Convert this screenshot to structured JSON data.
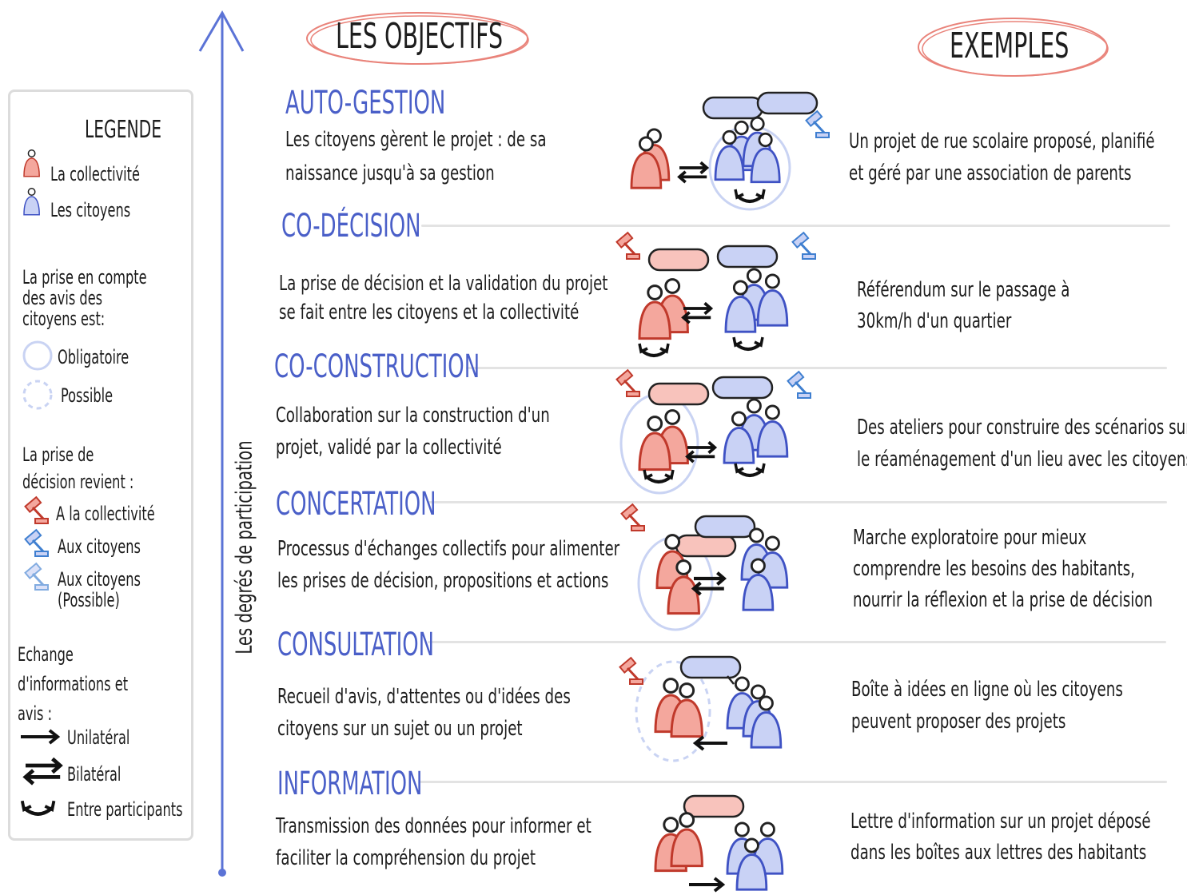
{
  "headers": {
    "objectives": "LES OBJECTIFS",
    "examples": "EXEMPLES"
  },
  "axis_label": "Les degrés de participation",
  "legend": {
    "title": "LEGENDE",
    "collectivite": "La collectivité",
    "citoyens": "Les citoyens",
    "prise_compte_l1": "La prise en compte",
    "prise_compte_l2": "des avis des",
    "prise_compte_l3": "citoyens est:",
    "obligatoire": "Obligatoire",
    "possible": "Possible",
    "decision_l1": "La prise de",
    "decision_l2": "décision revient :",
    "a_collectivite": "A la collectivité",
    "aux_citoyens": "Aux citoyens",
    "aux_citoyens_possible_l1": "Aux citoyens",
    "aux_citoyens_possible_l2": "(Possible)",
    "echange_l1": "Echange",
    "echange_l2": "d'informations et",
    "echange_l3": "avis :",
    "unilateral": "Unilatéral",
    "bilateral": "Bilatéral",
    "entre": "Entre participants"
  },
  "levels": [
    {
      "title": "AUTO-GESTION",
      "desc_l1": "Les citoyens gèrent le projet : de sa",
      "desc_l2": "naissance jusqu'à sa gestion",
      "ex_l1": "Un projet de rue scolaire proposé, planifié",
      "ex_l2": "et géré par une association de parents",
      "ex_l3": ""
    },
    {
      "title": "CO-DÉCISION",
      "desc_l1": "La prise de décision et la validation du projet",
      "desc_l2": "se fait entre les citoyens et la collectivité",
      "ex_l1": "Référendum sur le passage à",
      "ex_l2": "30km/h d'un quartier",
      "ex_l3": ""
    },
    {
      "title": "CO-CONSTRUCTION",
      "desc_l1": "Collaboration sur la construction d'un",
      "desc_l2": "projet, validé par la collectivité",
      "ex_l1": "Des ateliers pour construire des scénarios sur",
      "ex_l2": "le réaménagement d'un lieu avec les citoyens",
      "ex_l3": ""
    },
    {
      "title": "CONCERTATION",
      "desc_l1": "Processus d'échanges collectifs pour alimenter",
      "desc_l2": "les prises de décision, propositions et actions",
      "ex_l1": "Marche exploratoire pour mieux",
      "ex_l2": "comprendre les besoins des habitants,",
      "ex_l3": "nourrir la réflexion et la prise de décision"
    },
    {
      "title": "CONSULTATION",
      "desc_l1": "Recueil d'avis, d'attentes ou d'idées des",
      "desc_l2": "citoyens sur un sujet ou un projet",
      "ex_l1": "Boîte à idées en ligne où les citoyens",
      "ex_l2": "peuvent proposer des projets",
      "ex_l3": ""
    },
    {
      "title": "INFORMATION",
      "desc_l1": "Transmission des données pour informer et",
      "desc_l2": "faciliter la compréhension du projet",
      "ex_l1": "Lettre d'information sur un projet déposé",
      "ex_l2": "dans les boîtes aux lettres des habitants",
      "ex_l3": ""
    }
  ],
  "colors": {
    "accent_blue": "#4a5fc8",
    "red_fill": "#f4a79d",
    "red_stroke": "#c0392b",
    "blue_fill": "#c9d2f5",
    "blue_stroke": "#3f52c4",
    "circle": "#c9d3f3",
    "header_oval": "#e9837a"
  }
}
